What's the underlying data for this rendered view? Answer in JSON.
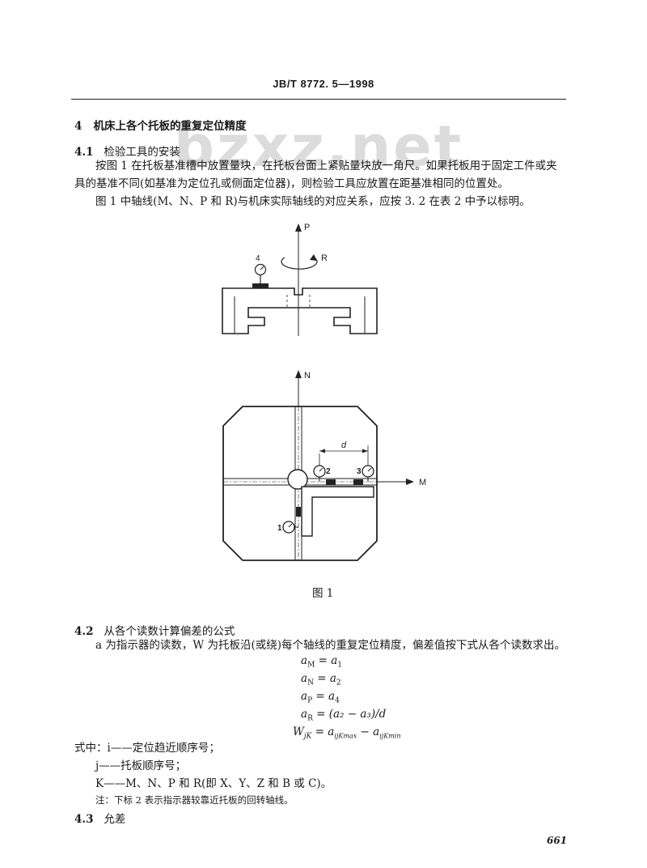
{
  "header": {
    "code": "JB/T 8772. 5—1998"
  },
  "watermark": "bzxz.net",
  "section4": {
    "number": "4",
    "title": "机床上各个托板的重复定位精度",
    "s41": {
      "number": "4.1",
      "title": "检验工具的安装",
      "para1_line1": "按图 1 在托板基准槽中放置量块，在托板台面上紧贴量块放一角尺。如果托板用于固定工件或夹",
      "para1_line2": "具的基准不同(如基准为定位孔或侧面定位器)，则检验工具应放置在距基准相同的位置处。",
      "para2": "图 1 中轴线(M、N、P 和 R)与机床实际轴线的对应关系，应按 3. 2 在表 2 中予以标明。"
    },
    "figure": {
      "caption": "图 1",
      "labels": {
        "P": "P",
        "R": "R",
        "N": "N",
        "M": "M",
        "d": "d",
        "i1": "1",
        "i2": "2",
        "i3": "3",
        "i4": "4"
      }
    },
    "s42": {
      "number": "4.2",
      "title": "从各个读数计算偏差的公式",
      "intro": "a 为指示器的读数，W 为托板沿(或绕)每个轴线的重复定位精度，偏差值按下式从各个读数求出。",
      "formulas": {
        "f1_lhs": "a",
        "f1_lsub": "M",
        "f1_rhs": "a",
        "f1_rsub": "1",
        "f2_lhs": "a",
        "f2_lsub": "N",
        "f2_rhs": "a",
        "f2_rsub": "2",
        "f3_lhs": "a",
        "f3_lsub": "P",
        "f3_rhs": "a",
        "f3_rsub": "4",
        "f4_lhs": "a",
        "f4_lsub": "R",
        "f4_rhs": "= (a₂ − a₃)/d",
        "f5_lhs": "W",
        "f5_lsub": "jK",
        "f5_rhs": "= a",
        "f5_s1": "ijKmax",
        "f5_mid": " − a",
        "f5_s2": "ijKmin"
      },
      "where_line1": "式中：i——定位趋近顺序号；",
      "where_line2": "j——托板顺序号；",
      "where_line3": "K——M、N、P 和 R(即 X、Y、Z 和 B 或 C)。",
      "note": "注：下标 2 表示指示器较靠近托板的回转轴线。"
    },
    "s43": {
      "number": "4.3",
      "title": "允差"
    }
  },
  "page_number": "661"
}
